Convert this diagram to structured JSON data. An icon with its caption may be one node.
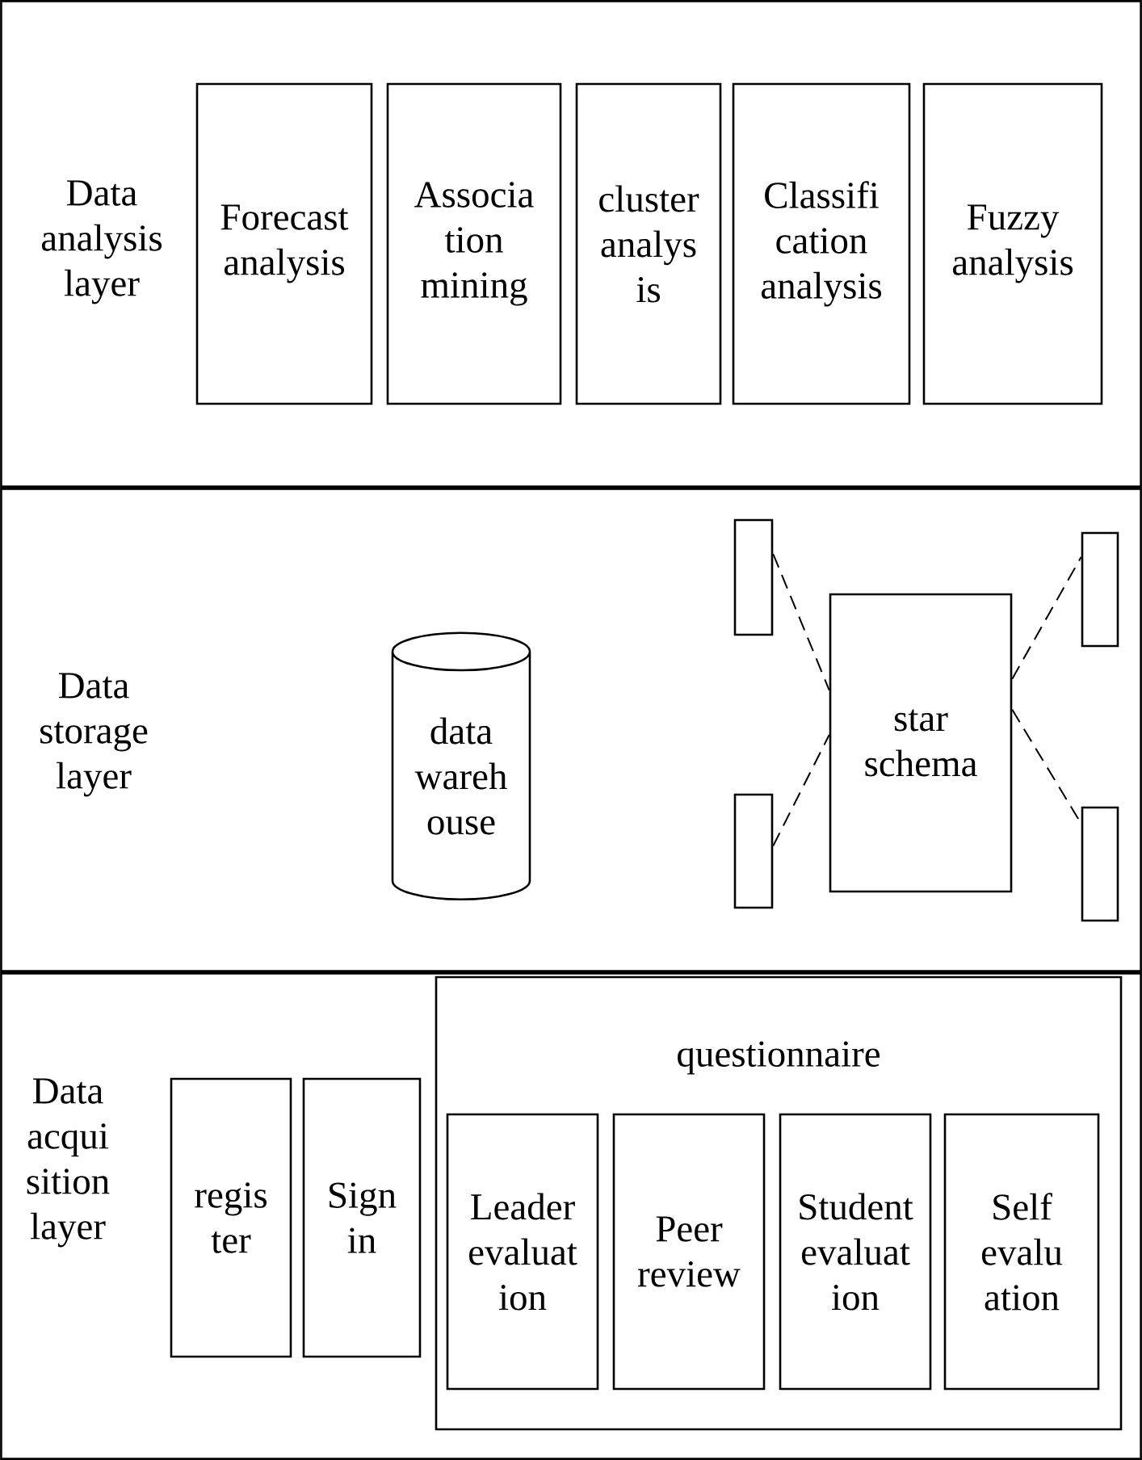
{
  "diagram": {
    "nodes": [
      {
        "text": [
          "Data analysis layer"
        ]
      },
      {
        "text": [
          "Forecast analysis"
        ],
        "in": 0
      },
      {
        "text": [
          "Associa tion mining"
        ],
        "in": 0
      },
      {
        "text": [
          "cluster analys is"
        ],
        "in": 0
      },
      {
        "text": [
          "Classifi cation analysis"
        ],
        "in": 0
      },
      {
        "text": [
          "Fuzzy analysis"
        ],
        "in": 0
      },
      {
        "text": [
          "Data storage layer"
        ]
      },
      {
        "text": [
          "data wareh ouse"
        ],
        "in": 6
      },
      {
        "text": [],
        "shape": "box",
        "in": 6
      },
      {
        "text": [],
        "shape": "box",
        "in": 6
      },
      {
        "text": [
          "star schema"
        ],
        "in": 6
      },
      {
        "text": [],
        "shape": "box",
        "in": 6
      },
      {
        "text": [],
        "shape": "box",
        "in": 6
      },
      {
        "text": [
          "Data acqui sition layer"
        ]
      },
      {
        "text": [
          "regis ter"
        ],
        "in": 13
      },
      {
        "text": [
          "Sign in"
        ],
        "in": 13
      },
      {
        "text": [
          "questionnaire"
        ],
        "in": 13
      },
      {
        "text": [
          "Leader evaluat ion"
        ],
        "in": 16
      },
      {
        "text": [
          "Peer review"
        ],
        "in": 16
      },
      {
        "text": [
          "Student evaluat ion"
        ],
        "in": 16
      },
      {
        "text": [
          "Self evalu ation"
        ],
        "in": 16
      }
    ],
    "edges": [
      {
        "from": 8,
        "to": 10,
        "arrow": "none",
        "style": "dashed"
      },
      {
        "from": 9,
        "to": 10,
        "arrow": "none",
        "style": "dashed"
      },
      {
        "from": 10,
        "to": 11,
        "arrow": "none",
        "style": "dashed"
      },
      {
        "from": 10,
        "to": 12,
        "arrow": "none",
        "style": "dashed"
      }
    ]
  }
}
